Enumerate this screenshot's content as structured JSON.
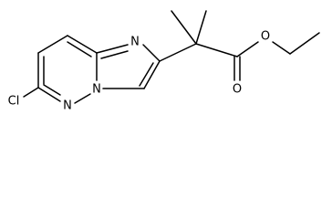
{
  "molecule": {
    "atoms": {
      "chlorine": "Cl",
      "ring_nitrogen_top": "N",
      "ring_nitrogen_bridge": "N",
      "ring_nitrogen_bottom": "N",
      "ester_oxygen_single": "O",
      "carbonyl_oxygen": "O"
    },
    "colors": {
      "line": "#000000",
      "background": "#ffffff"
    }
  }
}
